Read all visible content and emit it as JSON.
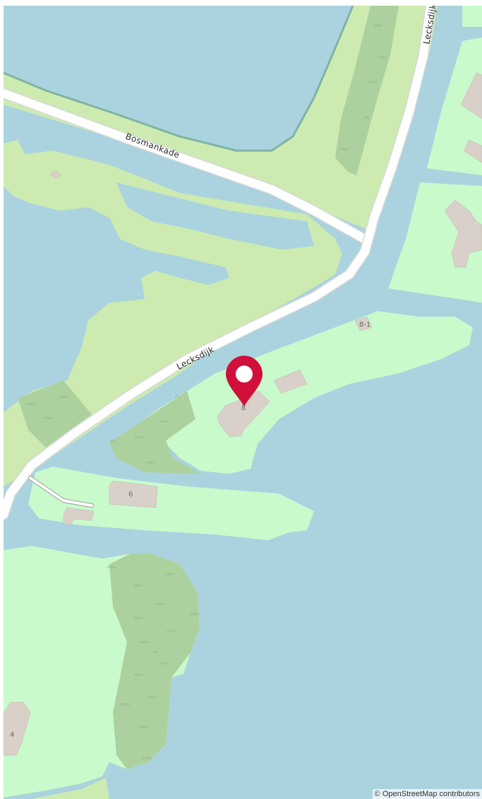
{
  "map": {
    "roads": [
      {
        "id": "bosmankade",
        "label": "Bosmankade"
      },
      {
        "id": "lecksdijk",
        "label": "Lecksdijk"
      },
      {
        "id": "lecksdijk-north",
        "label": "Lecksdijk"
      }
    ],
    "buildings": [
      {
        "id": "house-8",
        "number": "8"
      },
      {
        "id": "house-8-1",
        "number": "8-1"
      },
      {
        "id": "house-6",
        "number": "6"
      },
      {
        "id": "house-4",
        "number": "4"
      }
    ],
    "marker": {
      "color": "#d0103a",
      "icon": "map-pin-icon"
    },
    "attribution": "© OpenStreetMap contributors",
    "colors": {
      "water": "#aad3df",
      "grass": "#cdebb0",
      "park": "#c8facc",
      "forest": "#add19e",
      "building": "#d9d0c9",
      "road": "#ffffff"
    }
  }
}
